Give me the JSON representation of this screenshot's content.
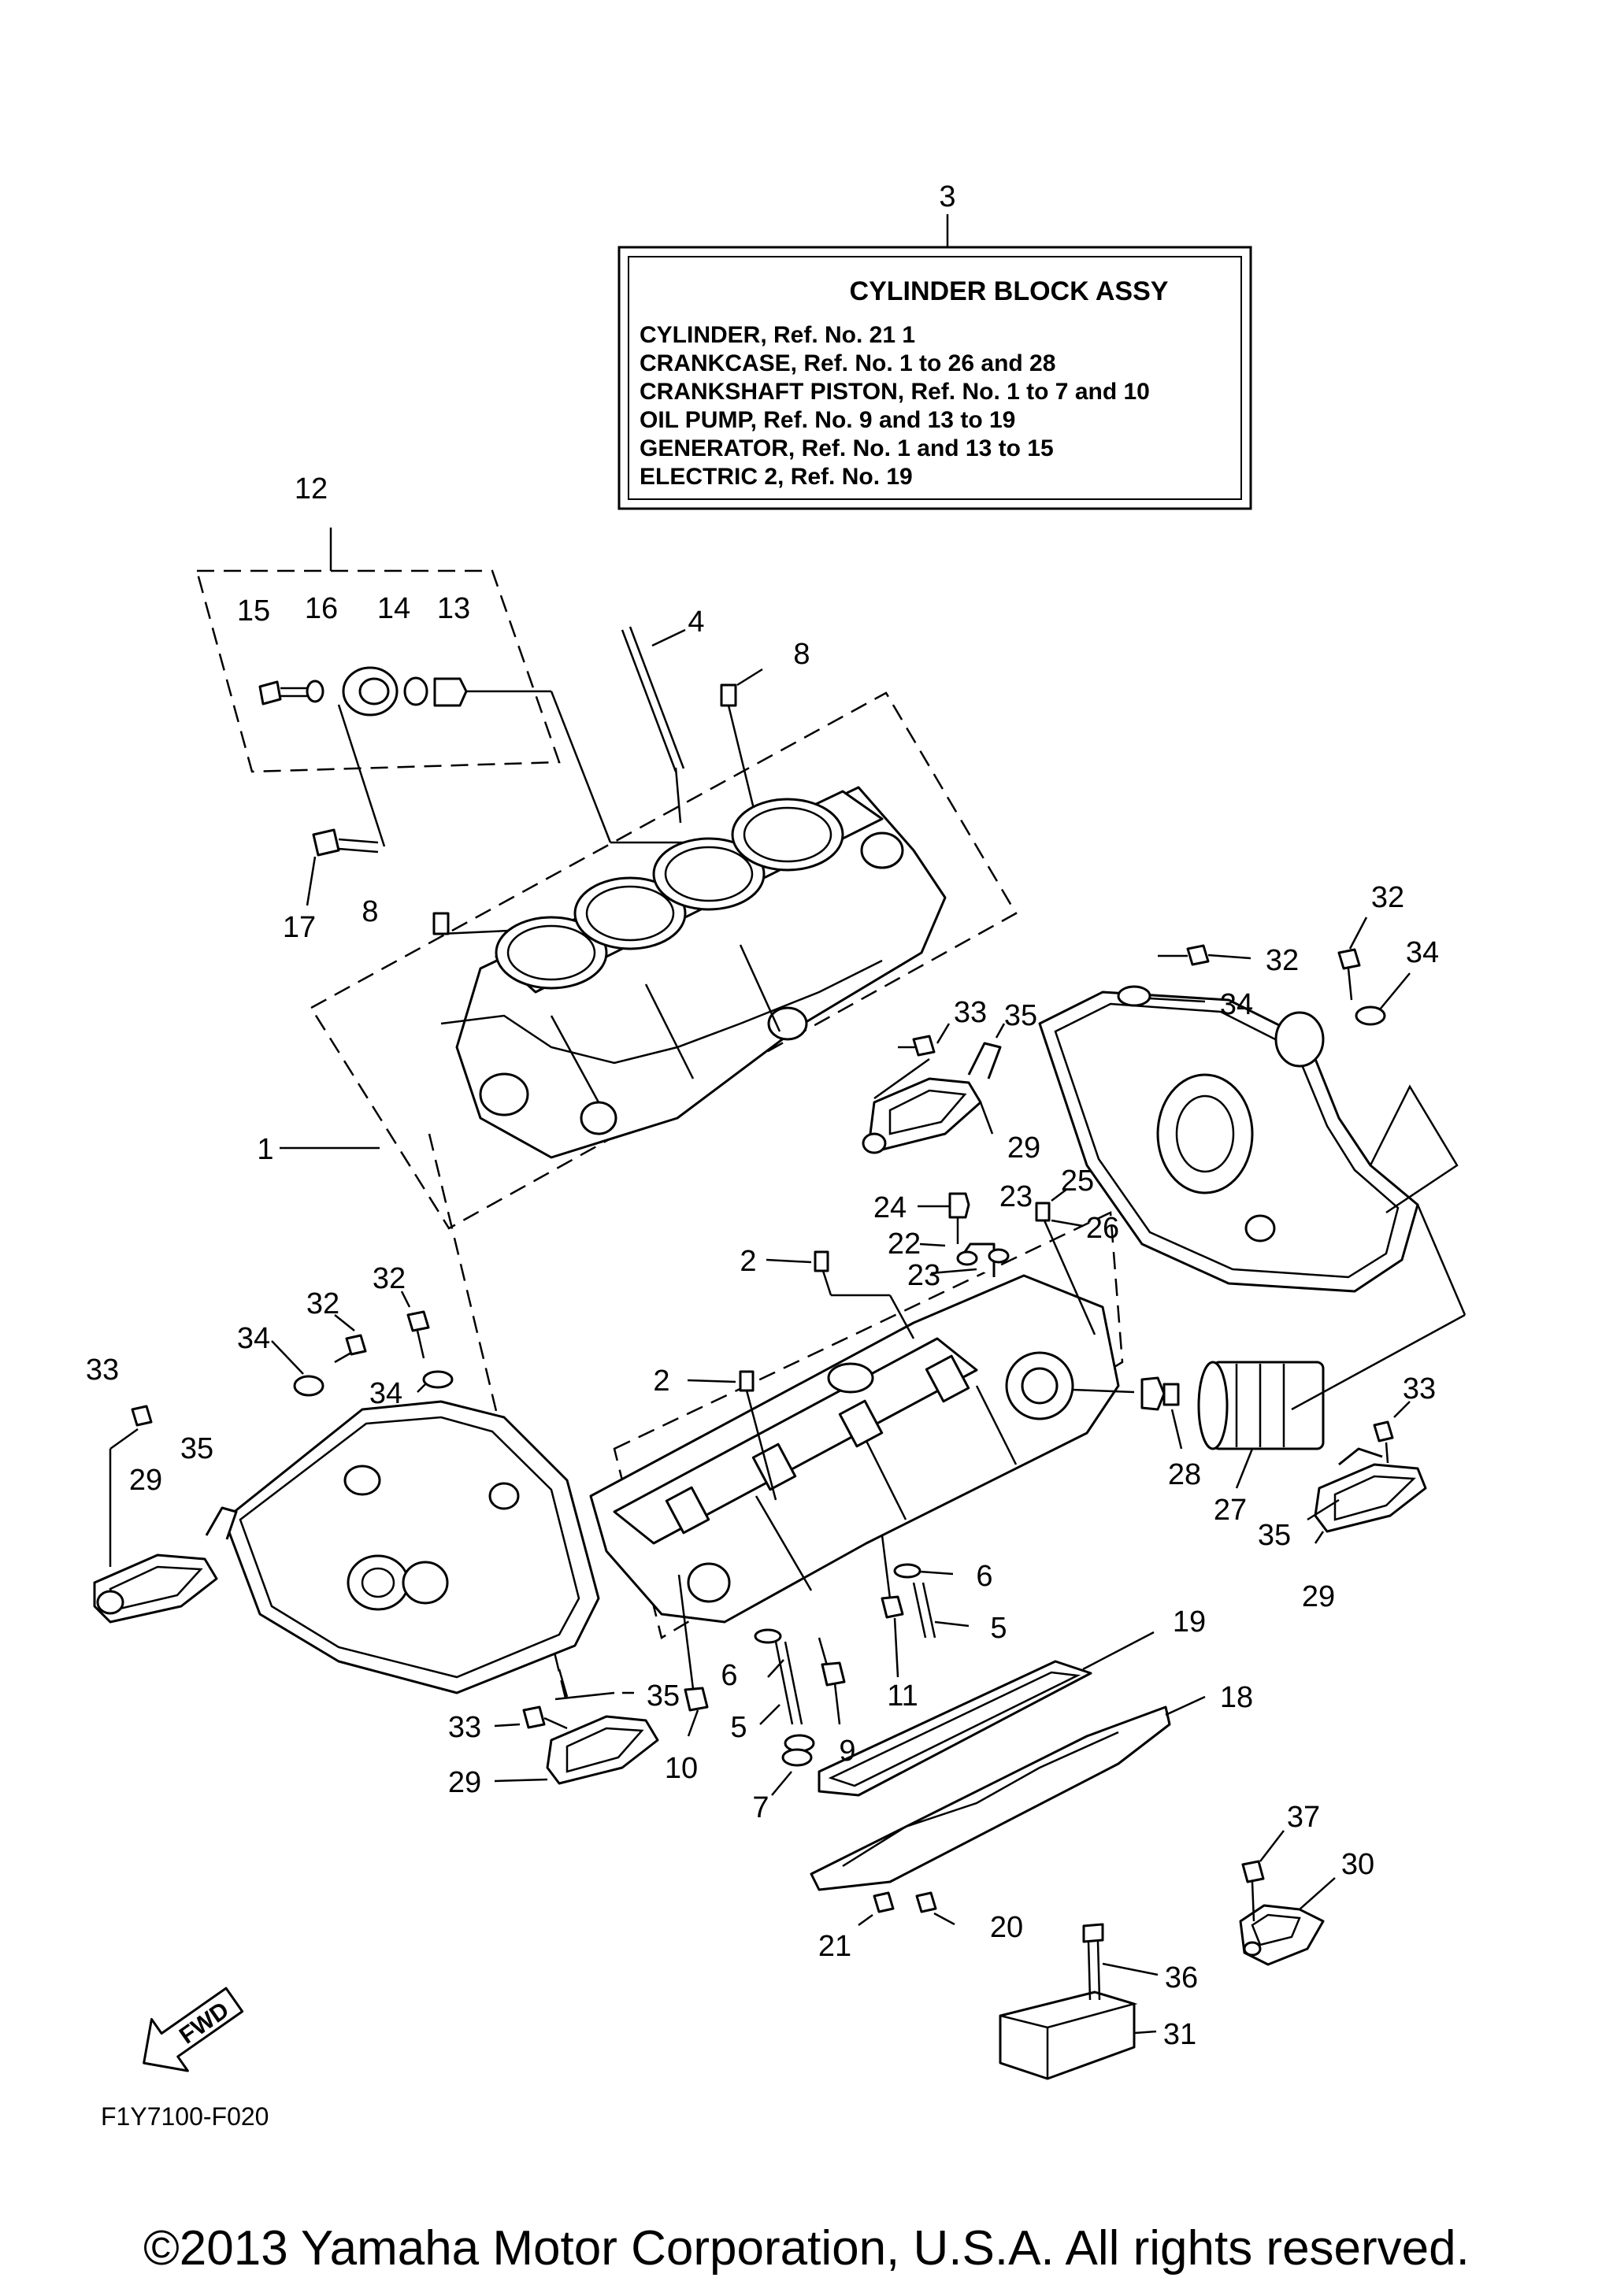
{
  "assy_box": {
    "ref": "3",
    "title": "CYLINDER BLOCK ASSY",
    "lines": [
      "CYLINDER,  Ref. No. 21  1",
      "CRANKCASE,  Ref. No. 1 to 26 and 28",
      "CRANKSHAFT PISTON,  Ref. No. 1 to 7 and 10",
      "OIL PUMP,  Ref. No. 9 and 13 to 19",
      "GENERATOR,  Ref. No. 1 and 13 to 15",
      "ELECTRIC 2,  Ref. No. 19"
    ]
  },
  "callouts": {
    "c1": "1",
    "c2a": "2",
    "c2b": "2",
    "c3": "3",
    "c4": "4",
    "c5a": "5",
    "c5b": "5",
    "c6a": "6",
    "c6b": "6",
    "c7": "7",
    "c8a": "8",
    "c8b": "8",
    "c9": "9",
    "c10": "10",
    "c11": "11",
    "c12": "12",
    "c13": "13",
    "c14": "14",
    "c15": "15",
    "c16": "16",
    "c17": "17",
    "c18": "18",
    "c19": "19",
    "c20": "20",
    "c21": "21",
    "c22": "22",
    "c23a": "23",
    "c23b": "23",
    "c24": "24",
    "c25": "25",
    "c26": "26",
    "c27": "27",
    "c28": "28",
    "c29a": "29",
    "c29b": "29",
    "c29c": "29",
    "c29d": "29",
    "c30": "30",
    "c31": "31",
    "c32a": "32",
    "c32b": "32",
    "c32c": "32",
    "c32d": "32",
    "c33a": "33",
    "c33b": "33",
    "c33c": "33",
    "c33d": "33",
    "c34a": "34",
    "c34b": "34",
    "c34c": "34",
    "c34d": "34",
    "c35a": "35",
    "c35b": "35",
    "c35c": "35",
    "c35d": "35",
    "c36": "36",
    "c37": "37"
  },
  "fwd_label": "FWD",
  "drawing_code": "F1Y7100-F020",
  "footer": "©2013 Yamaha Motor Corporation, U.S.A. All rights reserved.",
  "icons": [
    "fwd-arrow-icon"
  ]
}
